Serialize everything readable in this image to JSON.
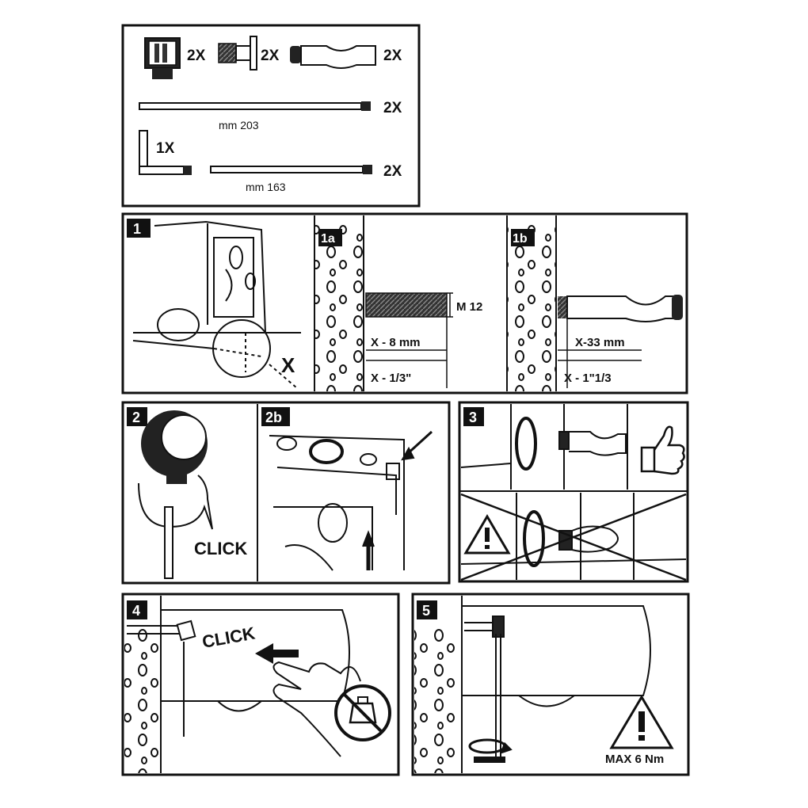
{
  "parts": {
    "qty_connector": "2X",
    "qty_nipple": "2X",
    "qty_elbow_pipe": "2X",
    "qty_rod_long": "2X",
    "rod_long_length": "mm 203",
    "qty_angle_rod": "1X",
    "qty_rod_short": "2X",
    "rod_short_length": "mm 163"
  },
  "steps": {
    "s1": {
      "number": "1",
      "mark": "X"
    },
    "s1a": {
      "number": "1a",
      "thread": "M 12",
      "depth_mm": "X - 8 mm",
      "depth_in": "X - 1/3\""
    },
    "s1b": {
      "number": "1b",
      "depth_mm": "X-33 mm",
      "depth_in": "X - 1\"1/3"
    },
    "s2": {
      "number": "2",
      "click": "CLICK"
    },
    "s2b": {
      "number": "2b"
    },
    "s3": {
      "number": "3"
    },
    "s4": {
      "number": "4",
      "click": "CLICK"
    },
    "s5": {
      "number": "5",
      "torque": "MAX 6 Nm"
    }
  },
  "icons": {
    "thumbs_up": "thumbs-up-icon",
    "warning": "warning-triangle-icon",
    "no_weight": "no-weight-icon",
    "rotate": "rotate-arrow-icon"
  }
}
